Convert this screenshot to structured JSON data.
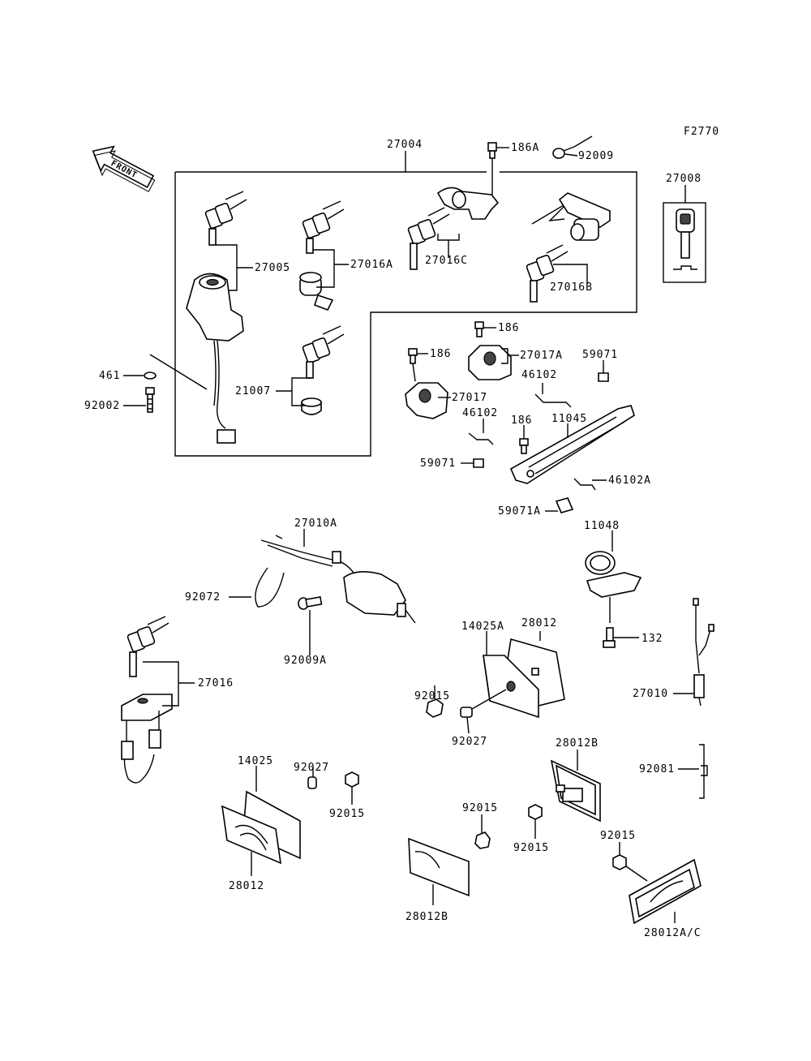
{
  "figure_code": "F2770",
  "front_arrow_label": "FRONT",
  "callouts": {
    "c27004": "27004",
    "c186A": "186A",
    "c92009": "92009",
    "c27008": "27008",
    "c27005": "27005",
    "c27016A": "27016A",
    "c27016C": "27016C",
    "c27016B": "27016B",
    "c461": "461",
    "c92002": "92002",
    "c21007": "21007",
    "c186_top": "186",
    "c186_mid": "186",
    "c27017A": "27017A",
    "c59071_top": "59071",
    "c27017": "27017",
    "c46102_top": "46102",
    "c46102_mid": "46102",
    "c186_low": "186",
    "c11045": "11045",
    "c59071_low": "59071",
    "c46102A": "46102A",
    "c59071A": "59071A",
    "c27010A": "27010A",
    "c11048": "11048",
    "c92072": "92072",
    "c92009A": "92009A",
    "c132": "132",
    "c14025A": "14025A",
    "c28012_mid": "28012",
    "c27016": "27016",
    "c92015_a": "92015",
    "c27010": "27010",
    "c92027_a": "92027",
    "c28012B_top": "28012B",
    "c14025": "14025",
    "c92027_b": "92027",
    "c92081": "92081",
    "c92015_b": "92015",
    "c92015_c": "92015",
    "c92015_d": "92015",
    "c92015_e": "92015",
    "c28012_low": "28012",
    "c28012B_low": "28012B",
    "c28012AC": "28012A/C"
  }
}
